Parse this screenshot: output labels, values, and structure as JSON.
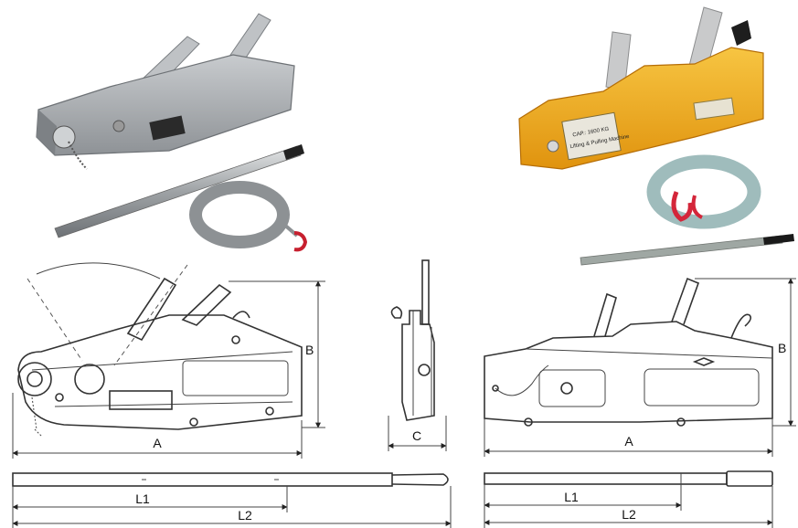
{
  "photo_left": {
    "label_lines": []
  },
  "photo_right": {
    "label_lines": [
      "CAP.: 1600 KG",
      "Lifting & Pulling Machine"
    ]
  },
  "drawings": {
    "left_side": {
      "width_label": "A",
      "height_label": "B"
    },
    "left_end": {
      "depth_label": "C"
    },
    "left_handle": {
      "l1": "L1",
      "l2": "L2"
    },
    "right_side": {
      "width_label": "A",
      "height_label": "B"
    },
    "right_handle": {
      "l1": "L1",
      "l2": "L2"
    }
  },
  "colors": {
    "gray_body": "#a9adb1",
    "yellow_body": "#f0a81a",
    "cable": "#8fa3a3",
    "hook": "#d4263a"
  }
}
